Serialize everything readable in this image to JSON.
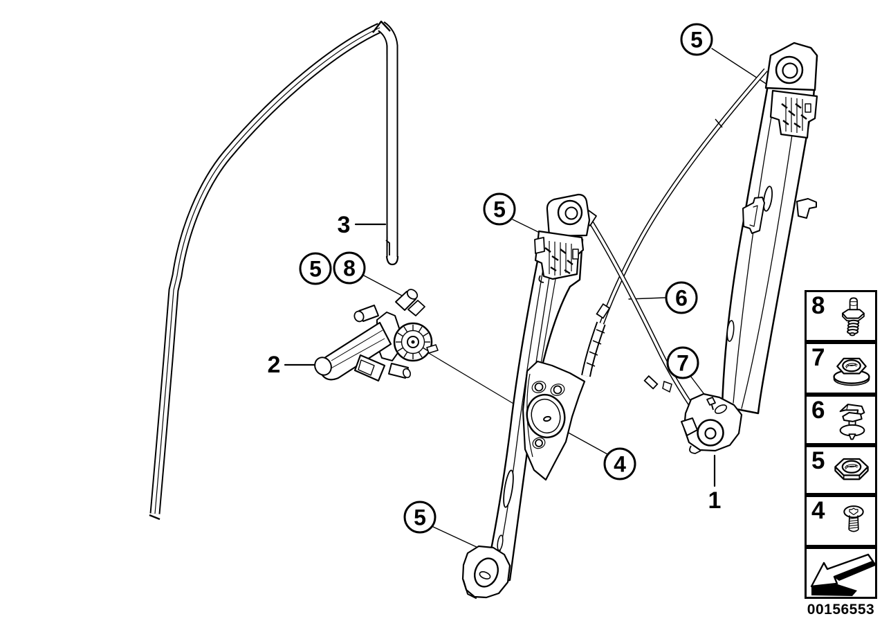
{
  "figure": {
    "part_number": "00156553",
    "colors": {
      "ink": "#000000",
      "paper": "#ffffff"
    }
  },
  "callouts": [
    {
      "id": "callout-5-top-right",
      "label": "5"
    },
    {
      "id": "callout-5-mid-rail",
      "label": "5"
    },
    {
      "id": "callout-5-motor",
      "label": "5"
    },
    {
      "id": "callout-8-motor",
      "label": "8"
    },
    {
      "id": "callout-6-cable",
      "label": "6"
    },
    {
      "id": "callout-7-bolt",
      "label": "7"
    },
    {
      "id": "callout-4-plate",
      "label": "4"
    },
    {
      "id": "callout-5-bottom",
      "label": "5"
    }
  ],
  "part_labels": [
    {
      "id": "label-1-regulator",
      "label": "1"
    },
    {
      "id": "label-2-motor",
      "label": "2"
    },
    {
      "id": "label-3-window-guide",
      "label": "3"
    }
  ],
  "legend": {
    "items": [
      {
        "number": "8",
        "icon": "stud-bolt-icon"
      },
      {
        "number": "7",
        "icon": "flange-nut-icon"
      },
      {
        "number": "6",
        "icon": "cable-clip-icon"
      },
      {
        "number": "5",
        "icon": "hex-nut-icon"
      },
      {
        "number": "4",
        "icon": "torx-screw-icon"
      },
      {
        "number": "",
        "icon": "direction-arrow-icon"
      }
    ]
  }
}
